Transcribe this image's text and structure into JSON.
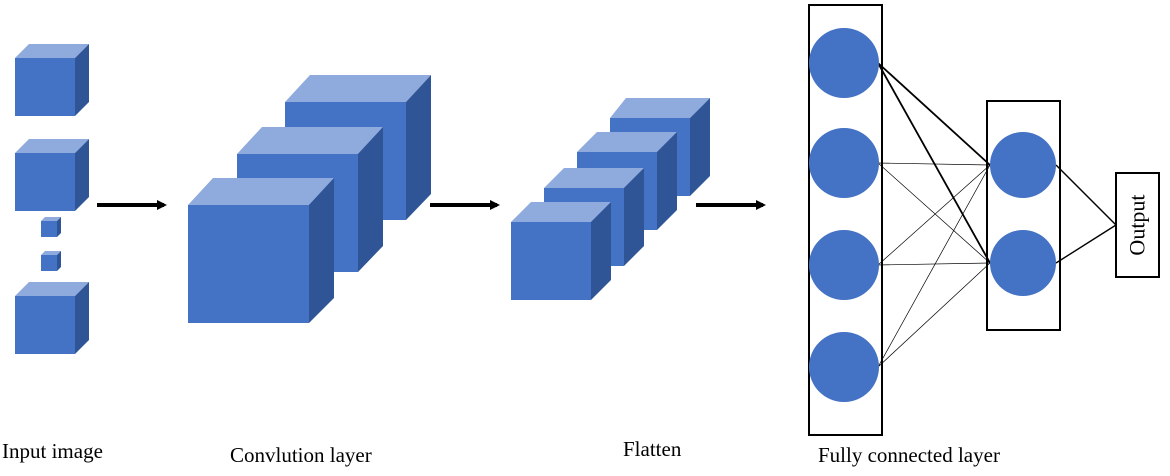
{
  "labels": {
    "input": "Input image",
    "conv": "Convlution layer",
    "flatten": "Flatten",
    "fc": "Fully connected layer",
    "output": "Output"
  },
  "colors": {
    "front": "#4472C4",
    "top": "#8FAADC",
    "side": "#2F5597",
    "node": "#4472C4",
    "line": "#000000"
  }
}
